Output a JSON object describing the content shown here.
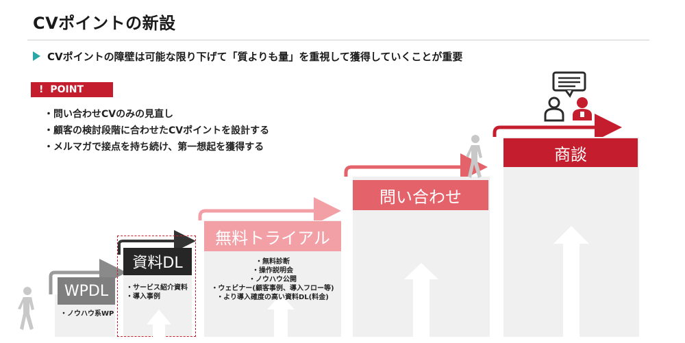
{
  "header": {
    "title": "CVポイントの新設",
    "subtitle": "CVポイントの障壁は可能な限り下げて「質よりも量」を重視して獲得していくことが重要"
  },
  "point": {
    "badge_mark": "!",
    "badge_label": "POINT",
    "items": [
      "・問い合わせCVのみの見直し",
      "・顧客の検討段階に合わせたCVポイントを設計する",
      "・メルマガで接点を持ち続け、第一想起を獲得する"
    ]
  },
  "stages": [
    {
      "label": "WPDL",
      "color": "#7f7f7f",
      "items": [
        "・ノウハウ系WP"
      ]
    },
    {
      "label": "資料DL",
      "color": "#262626",
      "items": [
        "・サービス紹介資料",
        "・導入事例"
      ]
    },
    {
      "label": "無料トライアル",
      "color": "#f2a0a6",
      "items": [
        "・無料診断",
        "・操作説明会",
        "・ノウハウ公開",
        "・ウェビナー(顧客事例、導入フロー等)",
        "・より導入確度の高い資料DL(料金)"
      ]
    },
    {
      "label": "問い合わせ",
      "color": "#e4626a",
      "items": []
    },
    {
      "label": "商談",
      "color": "#c41e2e",
      "items": []
    }
  ],
  "colors": {
    "accent_teal": "#2aa6a6",
    "accent_red": "#c41e2e",
    "column_bg": "#f0f0f0",
    "dashed_highlight": "#c41e2e"
  },
  "icons": [
    "walking-person-icon",
    "meeting-chat-icon"
  ]
}
